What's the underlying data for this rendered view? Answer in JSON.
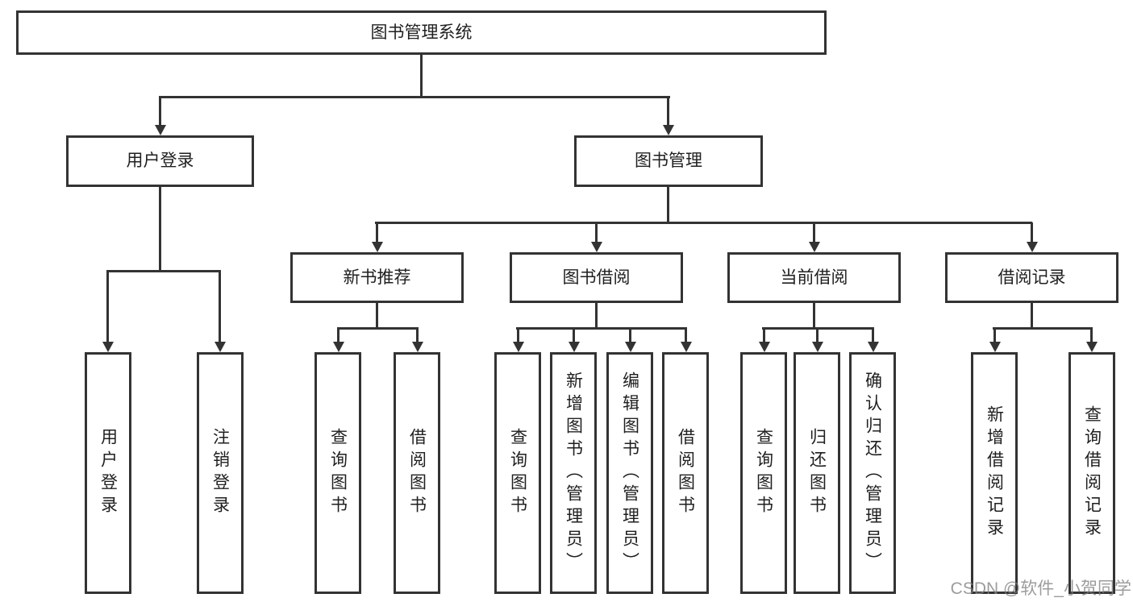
{
  "diagram": {
    "root": {
      "label": "图书管理系统"
    },
    "user": {
      "label": "用户登录",
      "children": [
        {
          "label": "用户登录"
        },
        {
          "label": "注销登录"
        }
      ]
    },
    "book": {
      "label": "图书管理",
      "children": [
        {
          "label": "新书推荐",
          "children": [
            {
              "label": "查询图书"
            },
            {
              "label": "借阅图书"
            }
          ]
        },
        {
          "label": "图书借阅",
          "children": [
            {
              "label": "查询图书"
            },
            {
              "label": "新增图书（管理员）"
            },
            {
              "label": "编辑图书（管理员）"
            },
            {
              "label": "借阅图书"
            }
          ]
        },
        {
          "label": "当前借阅",
          "children": [
            {
              "label": "查询图书"
            },
            {
              "label": "归还图书"
            },
            {
              "label": "确认归还（管理员）"
            }
          ]
        },
        {
          "label": "借阅记录",
          "children": [
            {
              "label": "新增借阅记录"
            },
            {
              "label": "查询借阅记录"
            }
          ]
        }
      ]
    }
  },
  "watermark": "CSDN @软件_小贺同学",
  "colors": {
    "line": "#333333",
    "text": "#1f1f1f",
    "background": "#ffffff",
    "watermark": "#808080"
  }
}
